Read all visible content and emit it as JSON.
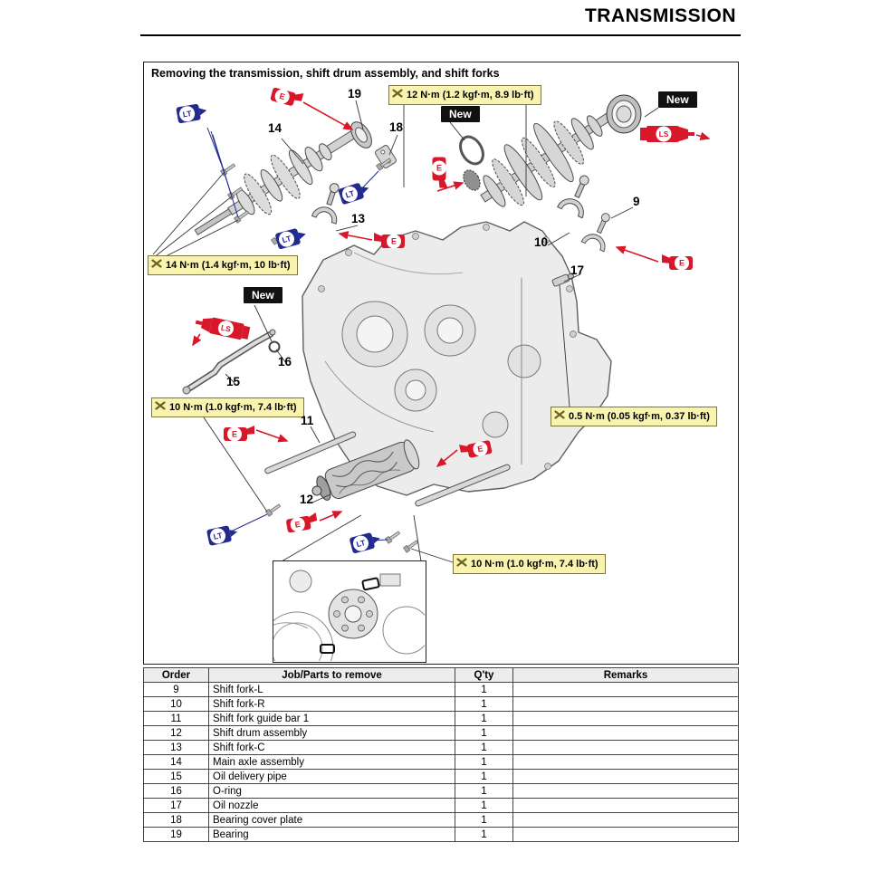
{
  "header": {
    "title": "TRANSMISSION"
  },
  "diagram": {
    "title": "Removing the transmission, shift drum assembly, and shift forks",
    "new_badge": "New",
    "torque_callouts": {
      "t12": "12 N·m (1.2 kgf·m, 8.9 lb·ft)",
      "t14": "14 N·m (1.4 kgf·m, 10 lb·ft)",
      "t10_left": "10 N·m (1.0 kgf·m, 7.4 lb·ft)",
      "t05": "0.5 N·m (0.05 kgf·m, 0.37 lb·ft)",
      "t10_bottom": "10 N·m (1.0 kgf·m, 7.4 lb·ft)"
    },
    "part_numbers": {
      "p9": "9",
      "p10": "10",
      "p11": "11",
      "p12": "12",
      "p13": "13",
      "p14": "14",
      "p15": "15",
      "p16": "16",
      "p17": "17",
      "p18": "18",
      "p19": "19"
    },
    "lubricant_marks": {
      "loctite": "LT",
      "sealant": "LS",
      "engine_oil": "E"
    }
  },
  "table": {
    "headers": [
      "Order",
      "Job/Parts to remove",
      "Q'ty",
      "Remarks"
    ],
    "rows": [
      {
        "order": "9",
        "job": "Shift fork-L",
        "qty": "1",
        "remarks": ""
      },
      {
        "order": "10",
        "job": "Shift fork-R",
        "qty": "1",
        "remarks": ""
      },
      {
        "order": "11",
        "job": "Shift fork guide bar 1",
        "qty": "1",
        "remarks": ""
      },
      {
        "order": "12",
        "job": "Shift drum assembly",
        "qty": "1",
        "remarks": ""
      },
      {
        "order": "13",
        "job": "Shift fork-C",
        "qty": "1",
        "remarks": ""
      },
      {
        "order": "14",
        "job": "Main axle assembly",
        "qty": "1",
        "remarks": ""
      },
      {
        "order": "15",
        "job": "Oil delivery pipe",
        "qty": "1",
        "remarks": ""
      },
      {
        "order": "16",
        "job": "O-ring",
        "qty": "1",
        "remarks": ""
      },
      {
        "order": "17",
        "job": "Oil nozzle",
        "qty": "1",
        "remarks": ""
      },
      {
        "order": "18",
        "job": "Bearing cover plate",
        "qty": "1",
        "remarks": ""
      },
      {
        "order": "19",
        "job": "Bearing",
        "qty": "1",
        "remarks": ""
      }
    ]
  }
}
